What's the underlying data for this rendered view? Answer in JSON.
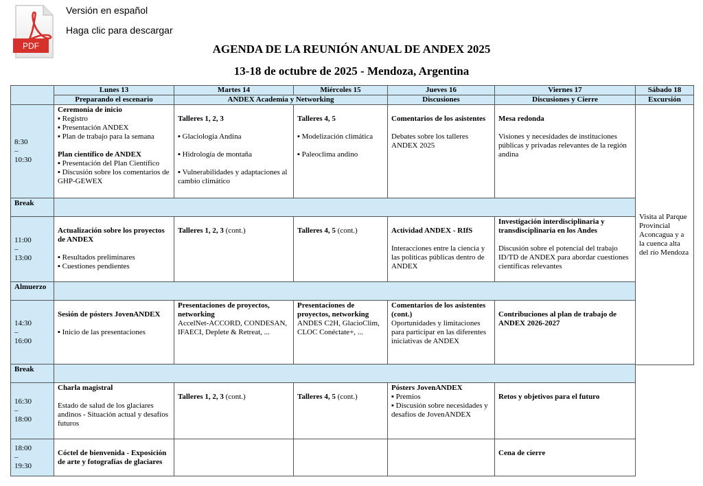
{
  "download": {
    "line1": "Versión en español",
    "line2": "Haga clic para descargar",
    "icon_label": "PDF"
  },
  "title": "AGENDA DE LA REUNIÓN ANUAL DE ANDEX 2025",
  "subtitle": "13-18 de octubre de 2025 - Mendoza, Argentina",
  "colors": {
    "header_bg": "#cfe9f7",
    "pdf_red": "#d6312b"
  },
  "days": [
    "Lunes 13",
    "Martes 14",
    "Miércoles 15",
    "Jueves 16",
    "Viernes 17",
    "Sábado 18"
  ],
  "themes": {
    "mon": "Preparando el escenario",
    "tue_wed": "ANDEX Academia y Networking",
    "thu": "Discusiones",
    "fri": "Discusiones y Cierre",
    "sat": "Excursión"
  },
  "times": {
    "s1": [
      "8:30",
      "–",
      "10:30"
    ],
    "s2": [
      "11:00",
      "–",
      "13:00"
    ],
    "s3": [
      "14:30",
      "–",
      "16:00"
    ],
    "s4": [
      "16:30",
      "–",
      "18:00"
    ],
    "s5": [
      "18:00",
      "–",
      "19:30"
    ]
  },
  "breaks": {
    "b1": "Break",
    "lunch": "Almuerzo",
    "b2": "Break"
  },
  "saturday": "Visita al Parque Provincial Aconcagua y a la cuenca alta del río Mendoza",
  "s1": {
    "mon": {
      "title1": "Ceremonia de inicio",
      "items1": [
        "▪ Registro",
        "▪ Presentación ANDEX",
        "▪ Plan de trabajo para la semana"
      ],
      "title2": "Plan científico de ANDEX",
      "items2": [
        "▪ Presentación del Plan Científico",
        "▪ Discusión sobre los comentarios de GHP-GEWEX"
      ]
    },
    "tue": {
      "title": "Talleres 1, 2, 3",
      "items": [
        "▪ Glaciología Andina",
        "▪ Hidrología de montaña",
        "▪ Vulnerabilidades y adaptaciones al cambio climático"
      ]
    },
    "wed": {
      "title": "Talleres 4, 5",
      "items": [
        "▪ Modelización climática",
        "▪ Paleoclima andino"
      ]
    },
    "thu": {
      "title": "Comentarios de los asistentes",
      "text": "Debates sobre los talleres ANDEX 2025"
    },
    "fri": {
      "title": "Mesa redonda",
      "text": "Visiones y necesidades de instituciones públicas y privadas relevantes de la región andina"
    }
  },
  "s2": {
    "mon": {
      "title": "Actualización sobre los proyectos de ANDEX",
      "items": [
        "▪ Resultados preliminares",
        "▪ Cuestiones pendientes"
      ]
    },
    "tue": {
      "title": "Talleres 1, 2, 3",
      "suffix": " (cont.)"
    },
    "wed": {
      "title": "Talleres 4, 5",
      "suffix": " (cont.)"
    },
    "thu": {
      "title": "Actividad ANDEX - RIfS",
      "text": "Interacciones entre la ciencia y las políticas públicas dentro de ANDEX"
    },
    "fri": {
      "title": "Investigación interdisciplinaria y transdisciplinaria en los Andes",
      "text": "Discusión sobre el potencial del trabajo ID/TD de ANDEX para abordar cuestiones científicas relevantes"
    }
  },
  "s3": {
    "mon": {
      "title": "Sesión de pósters JovenANDEX",
      "items": [
        "▪ Inicio de las presentaciones"
      ]
    },
    "tue": {
      "title": "Presentaciones de proyectos, networking",
      "text": "AccelNet-ACCORD, CONDESAN, IFAECI, Deplete & Retreat, ..."
    },
    "wed": {
      "title": "Presentaciones de proyectos, networking",
      "text": "ANDES C2H, GlacioClim, CLOC Conéctate+, ..."
    },
    "thu": {
      "title": "Comentarios de los asistentes (cont.)",
      "text": "Oportunidades y limitaciones para participar en las diferentes iniciativas de ANDEX"
    },
    "fri": {
      "title": "Contribuciones al plan de trabajo de ANDEX 2026-2027"
    }
  },
  "s4": {
    "mon": {
      "title": "Charla magistral",
      "text": "Estado de salud de los glaciares andinos - Situación actual y desafíos futuros"
    },
    "tue": {
      "title": "Talleres 1, 2, 3",
      "suffix": " (cont.)"
    },
    "wed": {
      "title": "Talleres 4, 5",
      "suffix": " (cont.)"
    },
    "thu": {
      "title": "Pósters JovenANDEX",
      "items": [
        "▪ Premios",
        "▪ Discusión sobre necesidades y desafíos de JovenANDEX"
      ]
    },
    "fri": {
      "title": "Retos y objetivos para el futuro"
    }
  },
  "s5": {
    "mon": {
      "title": "Cóctel de bienvenida - Exposición de arte y fotografías de glaciares"
    },
    "fri": {
      "title": "Cena de cierre"
    }
  }
}
